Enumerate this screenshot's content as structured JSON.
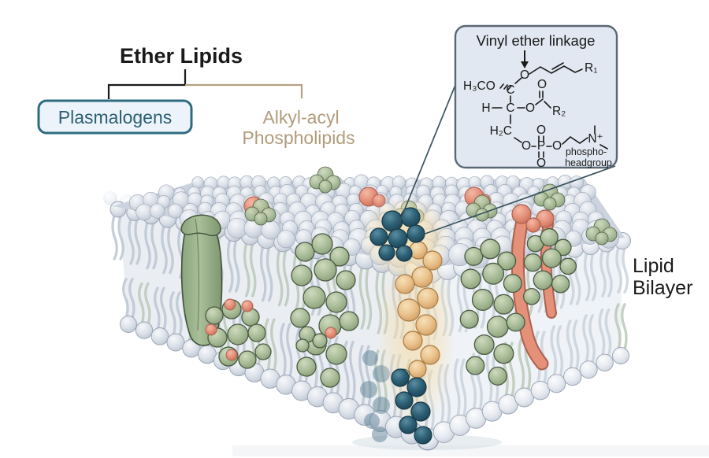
{
  "title": "Ether Lipids",
  "tree": {
    "child_left": "Plasmalogens",
    "child_right_line1": "Alkyl-acyl",
    "child_right_line2": "Phospholipids"
  },
  "inset": {
    "title": "Vinyl ether linkage",
    "formula": {
      "methoxy": "H₃CO",
      "carbon1": "C",
      "vinyl_o": "O",
      "r1": "R₁",
      "h": "H",
      "carbon2": "C",
      "ester_o": "O",
      "carbonyl_o": "O",
      "r2": "R₂",
      "ch2": "H₂C",
      "o_bridge1": "O",
      "phosphorus": "P",
      "o_double_top": "O",
      "o_double_bottom": "O",
      "o_bridge2": "O",
      "nitrogen": "N⁺",
      "headgroup_line1": "phospho-",
      "headgroup_line2": "headgroup"
    }
  },
  "bilayer_label": {
    "line1": "Lipid",
    "line2": "Bilayer"
  },
  "colors": {
    "plasmalogen_teal": "#2c5f73",
    "plasmalogen_teal_light": "#4b8097",
    "plasmalogen_teal_dark": "#16394a",
    "plasmalogen_text": "#2c5f73",
    "plasmalogens_box_fill": "#edf3fa",
    "plasmalogens_box_border": "#2e6b80",
    "tan": "#eac28b",
    "tan_light": "#f3d9ae",
    "tan_dark": "#a87c45",
    "tan_text": "#b29b7b",
    "tan_line": "#b5a284",
    "head_gray": "#dde2ea",
    "head_hi": "#f4f6f9",
    "head_lo": "#c2cad6",
    "head_stroke": "#97a2b2",
    "tail_gray": "#b8c2cf",
    "tail_green": "#b7c6b4",
    "tail_light": "#c6cfda",
    "green_protein": "#9eb48e",
    "green_cluster": "#aabd99",
    "green_cluster_hi": "#c6d4b6",
    "green_dark": "#4a5a42",
    "salmon": "#e59079",
    "salmon_dark": "#ab6150",
    "box_fill": "#e1e8f2",
    "box_stroke": "#5a6874",
    "glow": "#f6dfae",
    "line_black": "#1a1a1a",
    "connector": "#3a535f",
    "face_left": "#eaeef3",
    "face_right": "#eff2f6",
    "top_base": "#ccd3de",
    "shadow": "#cdd6dd"
  }
}
